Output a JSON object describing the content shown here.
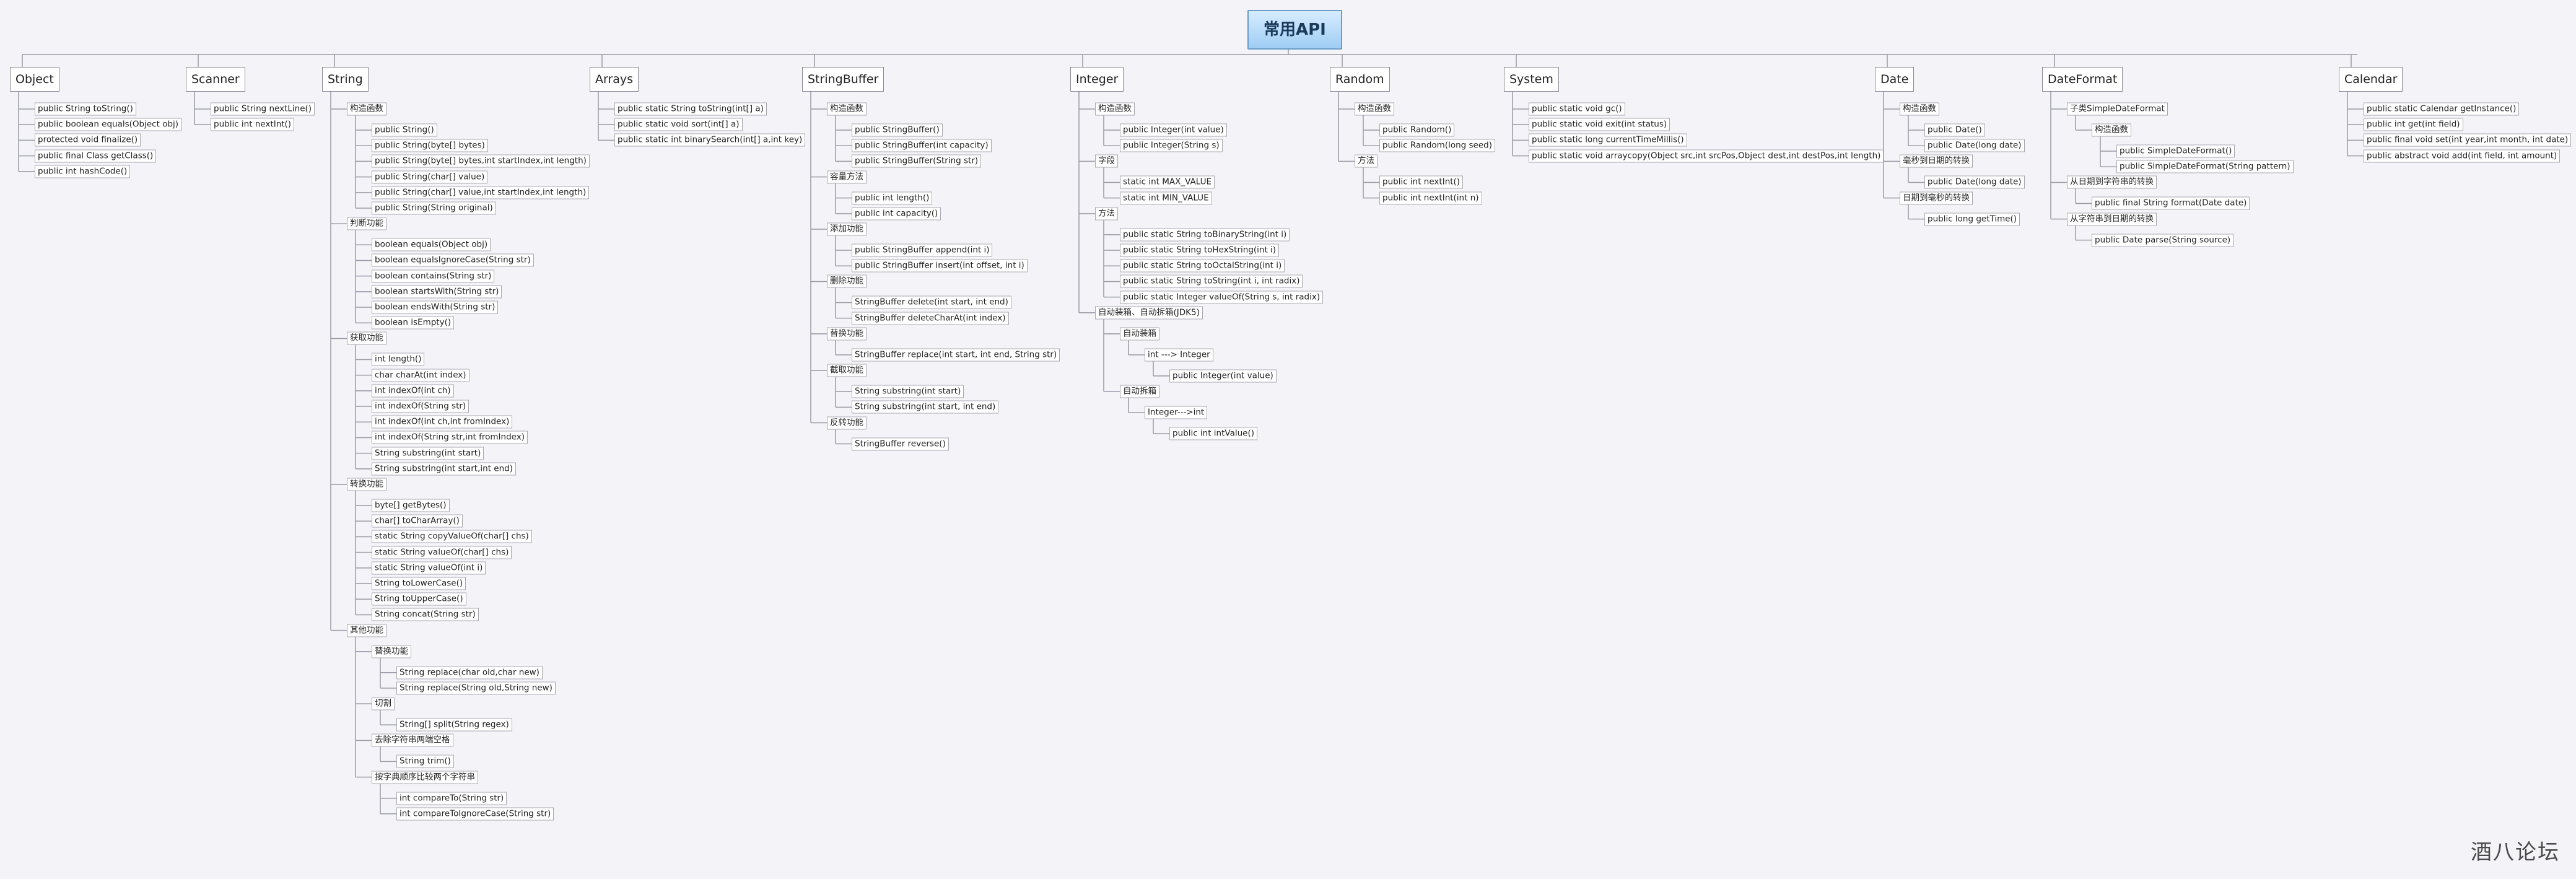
{
  "root": "常用API",
  "watermark": "酒八论坛",
  "tree": [
    {
      "label": "Object",
      "children": [
        {
          "label": "public String toString()"
        },
        {
          "label": "public boolean equals(Object obj)"
        },
        {
          "label": "protected void finalize()"
        },
        {
          "label": "public final Class getClass()"
        },
        {
          "label": "public int hashCode()"
        }
      ]
    },
    {
      "label": "Scanner",
      "children": [
        {
          "label": "public String nextLine()"
        },
        {
          "label": "public int nextInt()"
        }
      ]
    },
    {
      "label": "String",
      "children": [
        {
          "label": "构造函数",
          "children": [
            {
              "label": "public String()"
            },
            {
              "label": "public String(byte[] bytes)"
            },
            {
              "label": "public String(byte[] bytes,int startIndex,int length)"
            },
            {
              "label": "public String(char[] value)"
            },
            {
              "label": "public String(char[] value,int startIndex,int length)"
            },
            {
              "label": "public String(String original)"
            }
          ]
        },
        {
          "label": "判断功能",
          "children": [
            {
              "label": "boolean equals(Object obj)"
            },
            {
              "label": "boolean equalsIgnoreCase(String str)"
            },
            {
              "label": "boolean contains(String str)"
            },
            {
              "label": "boolean startsWith(String str)"
            },
            {
              "label": "boolean endsWith(String str)"
            },
            {
              "label": "boolean isEmpty()"
            }
          ]
        },
        {
          "label": "获取功能",
          "children": [
            {
              "label": "int length()"
            },
            {
              "label": "char charAt(int index)"
            },
            {
              "label": "int indexOf(int ch)"
            },
            {
              "label": "int indexOf(String str)"
            },
            {
              "label": "int indexOf(int ch,int fromIndex)"
            },
            {
              "label": "int indexOf(String str,int fromIndex)"
            },
            {
              "label": "String substring(int start)"
            },
            {
              "label": "String substring(int start,int end)"
            }
          ]
        },
        {
          "label": "转换功能",
          "children": [
            {
              "label": "byte[] getBytes()"
            },
            {
              "label": "char[] toCharArray()"
            },
            {
              "label": "static String copyValueOf(char[] chs)"
            },
            {
              "label": "static String valueOf(char[] chs)"
            },
            {
              "label": "static String valueOf(int i)"
            },
            {
              "label": "String toLowerCase()"
            },
            {
              "label": "String toUpperCase()"
            },
            {
              "label": "String concat(String str)"
            }
          ]
        },
        {
          "label": "其他功能",
          "children": [
            {
              "label": "替换功能",
              "children": [
                {
                  "label": "String replace(char old,char new)"
                },
                {
                  "label": "String replace(String old,String new)"
                }
              ]
            },
            {
              "label": "切割",
              "children": [
                {
                  "label": "String[] split(String regex)"
                }
              ]
            },
            {
              "label": "去除字符串两端空格",
              "children": [
                {
                  "label": "String trim()"
                }
              ]
            },
            {
              "label": "按字典顺序比较两个字符串",
              "children": [
                {
                  "label": "int compareTo(String str)"
                },
                {
                  "label": "int compareToIgnoreCase(String str)"
                }
              ]
            }
          ]
        }
      ]
    },
    {
      "label": "Arrays",
      "children": [
        {
          "label": "public static String toString(int[] a)"
        },
        {
          "label": "public static void sort(int[] a)"
        },
        {
          "label": "public static int binarySearch(int[] a,int key)"
        }
      ]
    },
    {
      "label": "StringBuffer",
      "children": [
        {
          "label": "构造函数",
          "children": [
            {
              "label": "public StringBuffer()"
            },
            {
              "label": "public StringBuffer(int capacity)"
            },
            {
              "label": "public StringBuffer(String str)"
            }
          ]
        },
        {
          "label": "容量方法",
          "children": [
            {
              "label": "public int length()"
            },
            {
              "label": "public int capacity()"
            }
          ]
        },
        {
          "label": "添加功能",
          "children": [
            {
              "label": "public StringBuffer append(int i)"
            },
            {
              "label": "public StringBuffer insert(int offset, int i)"
            }
          ]
        },
        {
          "label": "删除功能",
          "children": [
            {
              "label": "StringBuffer delete(int start, int end)"
            },
            {
              "label": "StringBuffer deleteCharAt(int index)"
            }
          ]
        },
        {
          "label": "替换功能",
          "children": [
            {
              "label": "StringBuffer replace(int start, int end, String str)"
            }
          ]
        },
        {
          "label": "截取功能",
          "children": [
            {
              "label": "String substring(int start)"
            },
            {
              "label": "String substring(int start, int end)"
            }
          ]
        },
        {
          "label": "反转功能",
          "children": [
            {
              "label": "StringBuffer reverse()"
            }
          ]
        }
      ]
    },
    {
      "label": "Integer",
      "children": [
        {
          "label": "构造函数",
          "children": [
            {
              "label": "public Integer(int value)"
            },
            {
              "label": "public Integer(String s)"
            }
          ]
        },
        {
          "label": "字段",
          "children": [
            {
              "label": "static int MAX_VALUE"
            },
            {
              "label": "static int MIN_VALUE"
            }
          ]
        },
        {
          "label": "方法",
          "children": [
            {
              "label": "public static String toBinaryString(int i)"
            },
            {
              "label": "public static String toHexString(int i)"
            },
            {
              "label": "public static String toOctalString(int i)"
            },
            {
              "label": "public static String toString(int i, int radix)"
            },
            {
              "label": "public static Integer valueOf(String s, int radix)"
            }
          ]
        },
        {
          "label": "自动装箱、自动拆箱(JDK5)",
          "children": [
            {
              "label": "自动装箱",
              "children": [
                {
                  "label": "int ---> Integer",
                  "children": [
                    {
                      "label": "public Integer(int value)"
                    }
                  ]
                }
              ]
            },
            {
              "label": "自动拆箱",
              "children": [
                {
                  "label": "Integer--->int",
                  "children": [
                    {
                      "label": "public int intValue()"
                    }
                  ]
                }
              ]
            }
          ]
        }
      ]
    },
    {
      "label": "Random",
      "children": [
        {
          "label": "构造函数",
          "children": [
            {
              "label": "public Random()"
            },
            {
              "label": "public Random(long seed)"
            }
          ]
        },
        {
          "label": "方法",
          "children": [
            {
              "label": "public int nextInt()"
            },
            {
              "label": "public int nextInt(int n)"
            }
          ]
        }
      ]
    },
    {
      "label": "System",
      "children": [
        {
          "label": "public static void gc()"
        },
        {
          "label": "public static void exit(int status)"
        },
        {
          "label": "public static long currentTimeMillis()"
        },
        {
          "label": "public static void arraycopy(Object src,int srcPos,Object dest,int destPos,int length)"
        }
      ]
    },
    {
      "label": "Date",
      "children": [
        {
          "label": "构造函数",
          "children": [
            {
              "label": "public Date()"
            },
            {
              "label": "public Date(long date)"
            }
          ]
        },
        {
          "label": "毫秒到日期的转换",
          "children": [
            {
              "label": "public Date(long date)"
            }
          ]
        },
        {
          "label": "日期到毫秒的转换",
          "children": [
            {
              "label": "public long getTime()"
            }
          ]
        }
      ]
    },
    {
      "label": "DateFormat",
      "children": [
        {
          "label": "子类SimpleDateFormat",
          "children": [
            {
              "label": "构造函数",
              "children": [
                {
                  "label": "public SimpleDateFormat()"
                },
                {
                  "label": "public SimpleDateFormat(String pattern)"
                }
              ]
            }
          ]
        },
        {
          "label": "从日期到字符串的转换",
          "children": [
            {
              "label": "public final String format(Date date)"
            }
          ]
        },
        {
          "label": "从字符串到日期的转换",
          "children": [
            {
              "label": "public Date parse(String source)"
            }
          ]
        }
      ]
    },
    {
      "label": "Calendar",
      "children": [
        {
          "label": "public static Calendar getInstance()"
        },
        {
          "label": "public int get(int field)"
        },
        {
          "label": "public final void set(int year,int month, int date)"
        },
        {
          "label": "public abstract void add(int field, int amount)"
        }
      ]
    }
  ]
}
